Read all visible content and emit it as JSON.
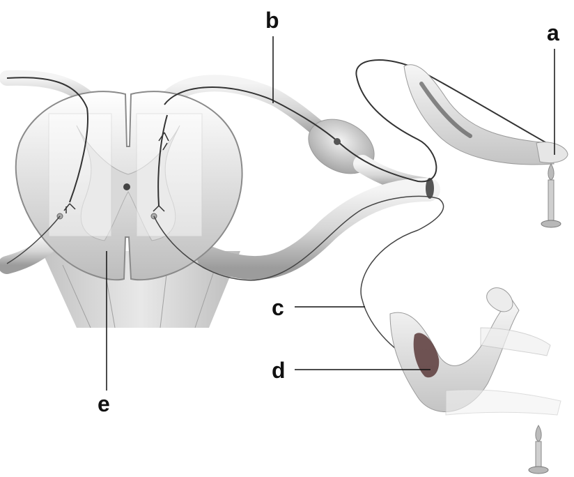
{
  "labels": {
    "a": "a",
    "b": "b",
    "c": "c",
    "d": "d",
    "e": "e"
  },
  "colors": {
    "background": "#ffffff",
    "tissue_light": "#ececec",
    "tissue_mid": "#cfcfcf",
    "tissue_dark": "#8f8f8f",
    "neuron": "#333333",
    "muscle": "#5a3a3a",
    "leader_line": "#111111"
  }
}
